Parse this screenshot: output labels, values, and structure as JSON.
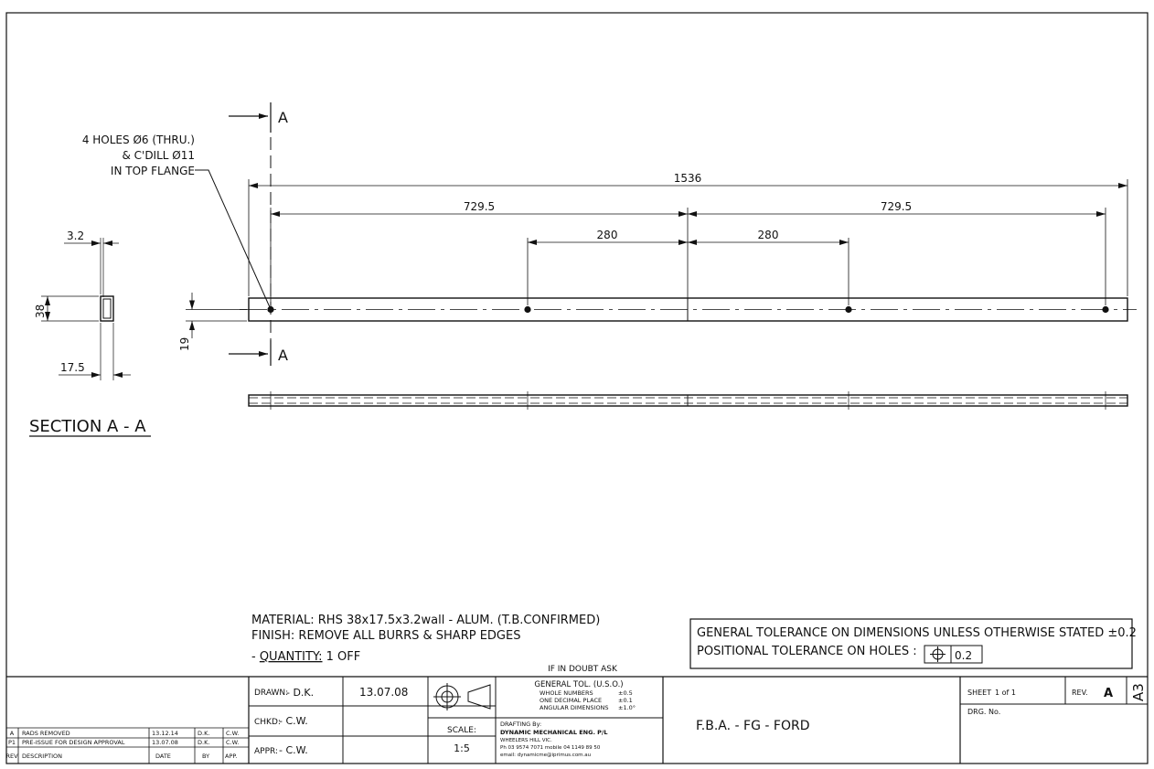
{
  "section_marker": {
    "letter": "A"
  },
  "hole_note": {
    "line1": "4 HOLES Ø6 (THRU.)",
    "line2": "& C'DILL Ø11",
    "line3": "IN TOP FLANGE"
  },
  "dimensions": {
    "overall": "1536",
    "half_left": "729.5",
    "half_right": "729.5",
    "inner_left": "280",
    "inner_right": "280",
    "height_19": "19",
    "sec_wall": "3.2",
    "sec_height": "38",
    "sec_width": "17.5"
  },
  "section_title": "SECTION A - A",
  "notes": {
    "material": "MATERIAL: RHS 38x17.5x3.2wall - ALUM. (T.B.CONFIRMED)",
    "finish": "FINISH: REMOVE ALL BURRS & SHARP EDGES",
    "quantity_prefix": "- ",
    "quantity_label": "QUANTITY:",
    "quantity_value": " 1 OFF"
  },
  "tolerance_box": {
    "line1": "GENERAL TOLERANCE ON DIMENSIONS UNLESS OTHERWISE STATED ±0.2",
    "line2": "POSITIONAL TOLERANCE ON HOLES :",
    "value": "0.2"
  },
  "title_block": {
    "if_in_doubt": "IF IN DOUBT ASK",
    "drawn_label": "DRAWN:",
    "drawn_by": "- D.K.",
    "drawn_date": "13.07.08",
    "chkd_label": "CHKD:",
    "chkd_by": "- C.W.",
    "appr_label": "APPR:",
    "appr_by": "- C.W.",
    "scale_label": "SCALE:",
    "scale_value": "1:5",
    "gen_tol_title": "GENERAL TOL. (U.S.O.)",
    "gen_tol_rows": [
      {
        "label": "WHOLE NUMBERS",
        "value": "±0.5"
      },
      {
        "label": "ONE DECIMAL PLACE",
        "value": "±0.1"
      },
      {
        "label": "ANGULAR DIMENSIONS",
        "value": "±1.0°"
      }
    ],
    "drafting_by": "DRAFTING By:",
    "company": "DYNAMIC MECHANICAL ENG. P/L",
    "address": "WHEELERS HILL VIC.",
    "phone": "Ph 03 9574 7071 mobile 04 1149 89 50",
    "email": "email: dynamicme@iprimus.com.au",
    "drawing_title": "F.B.A. - FG - FORD",
    "sheet_label": "SHEET",
    "sheet_value": "1 of 1",
    "rev_label": "REV.",
    "rev_value": "A",
    "drg_no_label": "DRG. No.",
    "paper_size": "A3"
  },
  "revisions": {
    "headers": {
      "rev": "REV",
      "description": "DESCRIPTION",
      "date": "DATE",
      "by": "BY",
      "app": "APP."
    },
    "rows": [
      {
        "rev": "A",
        "description": "RADS REMOVED",
        "date": "13.12.14",
        "by": "D.K.",
        "app": "C.W."
      },
      {
        "rev": "P1",
        "description": "PRE-ISSUE FOR DESIGN APPROVAL",
        "date": "13.07.08",
        "by": "D.K.",
        "app": "C.W."
      }
    ]
  }
}
